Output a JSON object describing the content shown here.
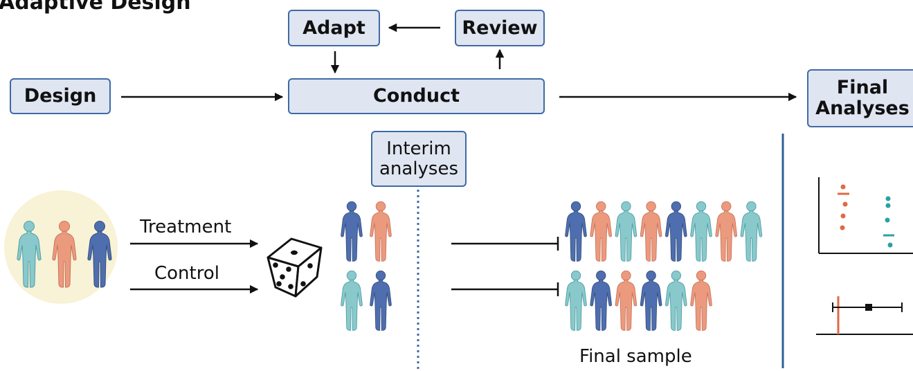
{
  "title": "Adaptive Design",
  "boxes": {
    "adapt": "Adapt",
    "review": "Review",
    "design": "Design",
    "conduct": "Conduct",
    "final_analyses_line1": "Final",
    "final_analyses_line2": "Analyses",
    "interim_line1": "Interim",
    "interim_line2": "analyses"
  },
  "labels": {
    "treatment": "Treatment",
    "control": "Control",
    "final_sample": "Final sample"
  },
  "colors": {
    "box_fill": "#dfe5f1",
    "box_border": "#3e6aa5",
    "teal": "#89c9cc",
    "salmon": "#ec9a7e",
    "blue": "#4f6eaf",
    "accent_red": "#e06a45",
    "accent_teal": "#2aa1a4",
    "divider_blue": "#2e5f95",
    "halo": "#f8f2d6"
  },
  "people": {
    "initial_population": [
      "teal",
      "salmon",
      "blue"
    ],
    "interim_row1": [
      "blue",
      "salmon"
    ],
    "interim_row2": [
      "teal",
      "blue"
    ],
    "final_row1": [
      "blue",
      "salmon",
      "teal",
      "salmon",
      "blue",
      "teal",
      "salmon",
      "teal"
    ],
    "final_row2": [
      "teal",
      "blue",
      "salmon",
      "blue",
      "teal",
      "salmon"
    ]
  },
  "icons": [
    "dice-icon",
    "person-icon",
    "dot-plot-icon",
    "forest-plot-icon"
  ]
}
